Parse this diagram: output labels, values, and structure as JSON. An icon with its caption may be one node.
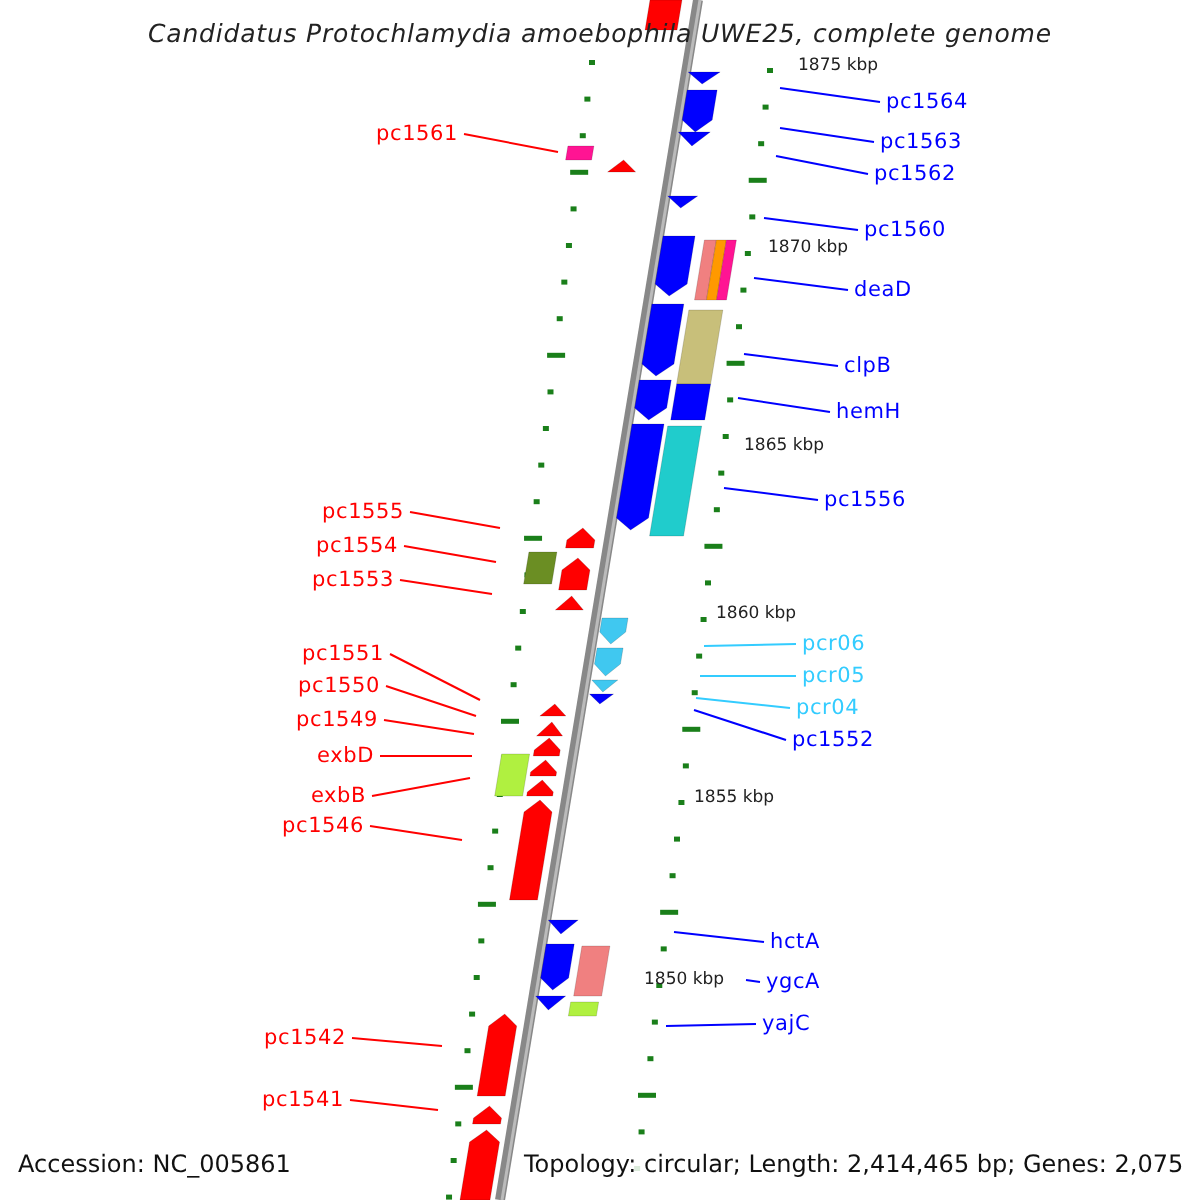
{
  "diagram": {
    "title": "Candidatus Protochlamydia amoebophila UWE25, complete genome",
    "nodes": [
      {
        "text": [
          "pc1564"
        ]
      },
      {
        "text": [
          "pc1561"
        ]
      },
      {
        "text": [
          "pc1563"
        ]
      },
      {
        "text": [
          "pc1562"
        ]
      },
      {
        "text": [
          "pc1560"
        ]
      },
      {
        "text": [
          "deaD"
        ]
      },
      {
        "text": [
          "clpB"
        ]
      },
      {
        "text": [
          "hemH"
        ]
      },
      {
        "text": [
          "pc1556"
        ]
      },
      {
        "text": [
          "pc1555"
        ]
      },
      {
        "text": [
          "pc1554"
        ]
      },
      {
        "text": [
          "pc1553"
        ]
      },
      {
        "text": [
          "pcr06"
        ]
      },
      {
        "text": [
          "pc1551"
        ]
      },
      {
        "text": [
          "pcr05"
        ]
      },
      {
        "text": [
          "pc1550"
        ]
      },
      {
        "text": [
          "pcr04"
        ]
      },
      {
        "text": [
          "pc1549"
        ]
      },
      {
        "text": [
          "pc1552"
        ]
      },
      {
        "text": [
          "exbD"
        ]
      },
      {
        "text": [
          "exbB"
        ]
      },
      {
        "text": [
          "pc1546"
        ]
      },
      {
        "text": [
          "hctA"
        ]
      },
      {
        "text": [
          "ygcA"
        ]
      },
      {
        "text": [
          "yajC"
        ]
      },
      {
        "text": [
          "pc1542"
        ]
      },
      {
        "text": [
          "pc1541"
        ]
      }
    ],
    "edges": [
      {
        "from": 0,
        "to": null,
        "arrow": "none",
        "color": "#0000ff"
      },
      {
        "from": 1,
        "to": null,
        "arrow": "none",
        "color": "#ff0000"
      },
      {
        "from": 2,
        "to": null,
        "arrow": "none",
        "color": "#0000ff"
      },
      {
        "from": 3,
        "to": null,
        "arrow": "none",
        "color": "#0000ff"
      },
      {
        "from": 4,
        "to": null,
        "arrow": "none",
        "color": "#0000ff"
      },
      {
        "from": 5,
        "to": null,
        "arrow": "none",
        "color": "#0000ff"
      },
      {
        "from": 6,
        "to": null,
        "arrow": "none",
        "color": "#0000ff"
      },
      {
        "from": 7,
        "to": null,
        "arrow": "none",
        "color": "#0000ff"
      },
      {
        "from": 8,
        "to": null,
        "arrow": "none",
        "color": "#0000ff"
      },
      {
        "from": 9,
        "to": null,
        "arrow": "none",
        "color": "#ff0000"
      },
      {
        "from": 10,
        "to": null,
        "arrow": "none",
        "color": "#ff0000"
      },
      {
        "from": 11,
        "to": null,
        "arrow": "none",
        "color": "#ff0000"
      },
      {
        "from": 12,
        "to": null,
        "arrow": "none",
        "color": "#33ccff"
      },
      {
        "from": 13,
        "to": null,
        "arrow": "none",
        "color": "#ff0000"
      },
      {
        "from": 14,
        "to": null,
        "arrow": "none",
        "color": "#33ccff"
      },
      {
        "from": 15,
        "to": null,
        "arrow": "none",
        "color": "#ff0000"
      },
      {
        "from": 16,
        "to": null,
        "arrow": "none",
        "color": "#33ccff"
      },
      {
        "from": 17,
        "to": null,
        "arrow": "none",
        "color": "#ff0000"
      },
      {
        "from": 18,
        "to": null,
        "arrow": "none",
        "color": "#0000ff"
      },
      {
        "from": 19,
        "to": null,
        "arrow": "none",
        "color": "#ff0000"
      },
      {
        "from": 20,
        "to": null,
        "arrow": "none",
        "color": "#ff0000"
      },
      {
        "from": 21,
        "to": null,
        "arrow": "none",
        "color": "#ff0000"
      },
      {
        "from": 22,
        "to": null,
        "arrow": "none",
        "color": "#0000ff"
      },
      {
        "from": 23,
        "to": null,
        "arrow": "none",
        "color": "#0000ff"
      },
      {
        "from": 24,
        "to": null,
        "arrow": "none",
        "color": "#0000ff"
      },
      {
        "from": 25,
        "to": null,
        "arrow": "none",
        "color": "#ff0000"
      },
      {
        "from": 26,
        "to": null,
        "arrow": "none",
        "color": "#ff0000"
      }
    ],
    "labels": [
      "1875 kbp",
      "1870 kbp",
      "1865 kbp",
      "1860 kbp",
      "1855 kbp",
      "1850 kbp",
      "Accession: NC_005861",
      "Topology: circular; Length: 2,414,465 bp; Genes: 2,075"
    ]
  }
}
